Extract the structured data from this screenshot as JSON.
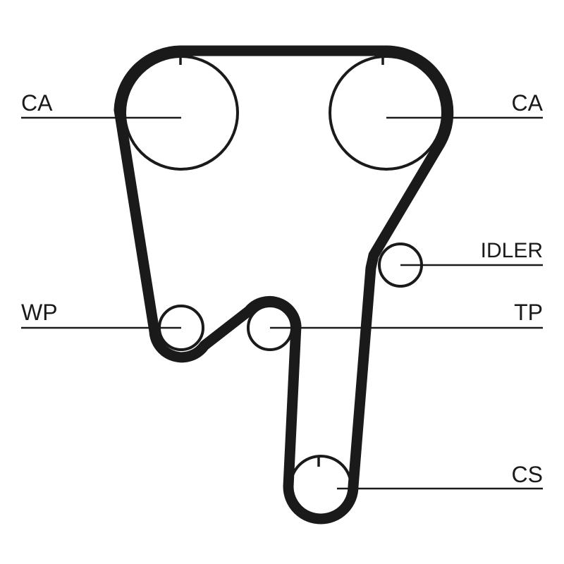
{
  "diagram": {
    "type": "timing-belt-routing",
    "colors": {
      "ink": "#1a1a1a",
      "background": "#ffffff"
    },
    "labels": {
      "camshaft_left": "CA",
      "camshaft_right": "CA",
      "idler": "IDLER",
      "water_pump": "WP",
      "tensioner": "TP",
      "crankshaft": "CS"
    }
  }
}
